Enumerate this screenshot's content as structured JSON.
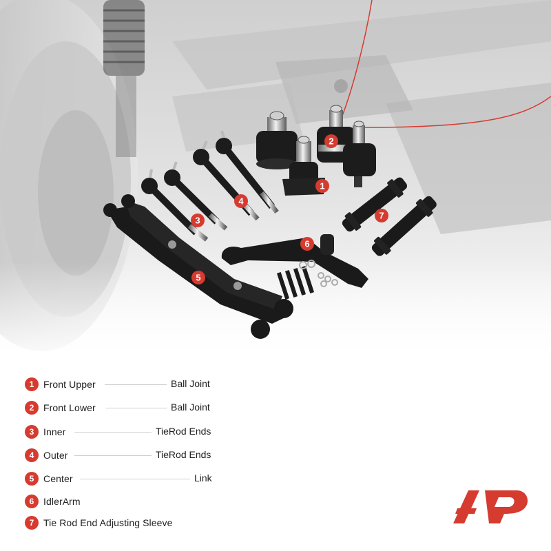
{
  "legend": {
    "items": [
      {
        "num": "1",
        "left": "Front Upper",
        "right": "Ball Joint"
      },
      {
        "num": "2",
        "left": "Front Lower",
        "right": "Ball Joint"
      },
      {
        "num": "3",
        "left": "Inner",
        "right": "TieRod Ends"
      },
      {
        "num": "4",
        "left": "Outer",
        "right": "TieRod Ends"
      },
      {
        "num": "5",
        "left": "Center",
        "right": "Link"
      },
      {
        "num": "6",
        "left": "IdlerArm",
        "right": ""
      },
      {
        "num": "7",
        "left": "Tie Rod End Adjusting Sleeve",
        "right": ""
      }
    ]
  },
  "callouts": [
    "1",
    "2",
    "3",
    "4",
    "5",
    "6",
    "7"
  ],
  "colors": {
    "accent": "#d63b30",
    "text": "#1f1f1f",
    "part": "#1a1a1a",
    "background_gray": "#d8d8d8"
  },
  "icons": [
    "brand-logo-icon"
  ]
}
